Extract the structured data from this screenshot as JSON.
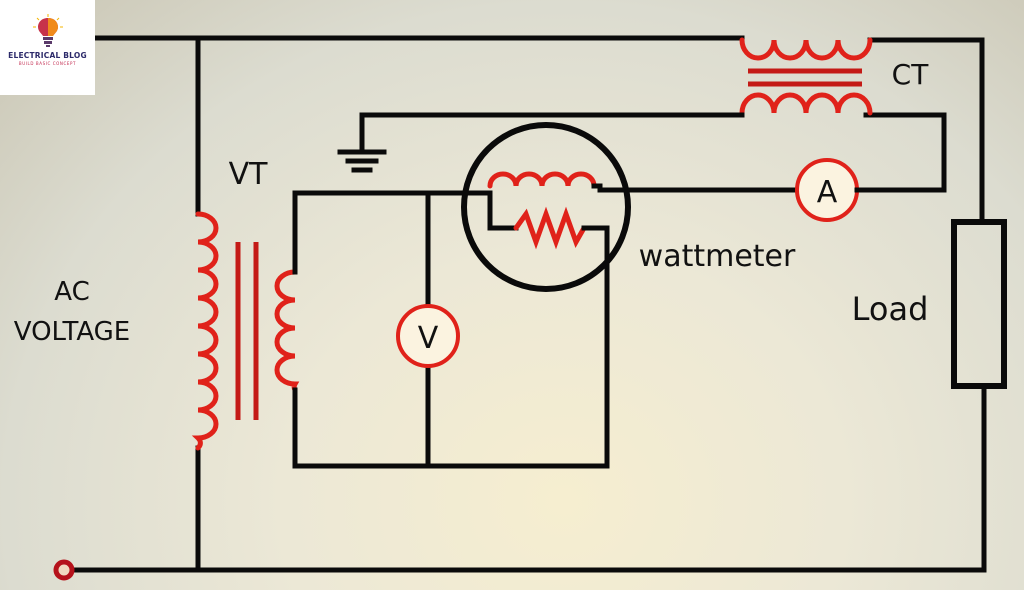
{
  "logo": {
    "title": "ELECTRICAL BLOG",
    "tagline": "BUILD BASIC CONCEPT",
    "icon": "lightbulb-icon"
  },
  "labels": {
    "source": [
      "AC",
      "VOLTAGE"
    ],
    "voltage_transformer": "VT",
    "current_transformer": "CT",
    "wattmeter": "wattmeter",
    "load": "Load",
    "voltmeter_symbol": "V",
    "ammeter_symbol": "A"
  },
  "colors": {
    "wire": "#0a0a0a",
    "coil": "#e0221a",
    "core": "#c41a16",
    "meter_ring": "#e0221a",
    "terminal": "#b5121b"
  },
  "components": [
    {
      "id": "ac-source",
      "type": "terminal"
    },
    {
      "id": "vt",
      "type": "voltage-transformer"
    },
    {
      "id": "ct",
      "type": "current-transformer"
    },
    {
      "id": "wattmeter",
      "type": "wattmeter",
      "coils": [
        "current-coil",
        "pressure-coil"
      ]
    },
    {
      "id": "voltmeter",
      "type": "meter"
    },
    {
      "id": "ammeter",
      "type": "meter"
    },
    {
      "id": "load",
      "type": "resistor-box"
    },
    {
      "id": "ground",
      "type": "earth"
    }
  ]
}
